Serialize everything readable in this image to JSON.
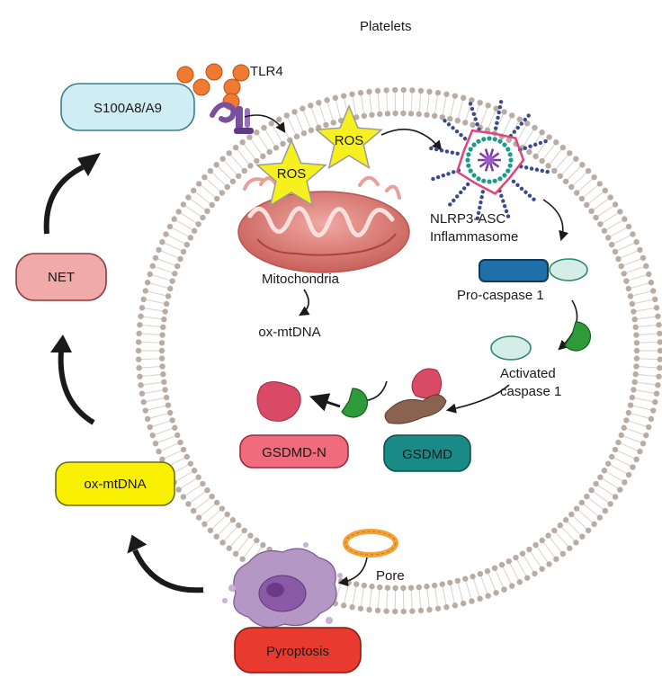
{
  "labels": {
    "platelets": "Platelets",
    "tlr4": "TLR4",
    "ros_1": "ROS",
    "ros_2": "ROS",
    "nlrp3_line1": "NLRP3-ASC",
    "nlrp3_line2": "Inflammasome",
    "mitochondria": "Mitochondria",
    "ox_mtdna_inner": "ox-mtDNA",
    "pro_caspase": "Pro-caspase 1",
    "activated_line1": "Activated",
    "activated_line2": "caspase 1",
    "pore": "Pore"
  },
  "boxes": {
    "s100": "S100A8/A9",
    "net": "NET",
    "ox_mtdna": "ox-mtDNA",
    "gsdmd_n": "GSDMD-N",
    "gsdmd": "GSDMD",
    "pyroptosis": "Pyroptosis"
  },
  "colors": {
    "s100_fill": "#cfeef3",
    "net_fill": "#f0aaaa",
    "ox_fill": "#f8f000",
    "gsdmd_n_fill": "#f06b7c",
    "gsdmd_fill": "#1a8a86",
    "pyroptosis_fill": "#e83a2e",
    "membrane_bead": "#b8aca4",
    "ros_star": "#f6f01e",
    "mito": "#d97d78",
    "ligand": "#f07a32",
    "tlr4": "#7a4fa0",
    "caspase_green": "#2e9b3a",
    "procaspase_blue": "#1f6fa8"
  },
  "icons": [
    "receptor-icon",
    "ros-star-icon",
    "mitochondria-icon",
    "inflammasome-icon",
    "pro-caspase-icon",
    "activated-caspase-icon",
    "gsdmd-protein-icon",
    "gsdmd-n-protein-icon",
    "pore-icon",
    "pyroptotic-cell-icon"
  ]
}
